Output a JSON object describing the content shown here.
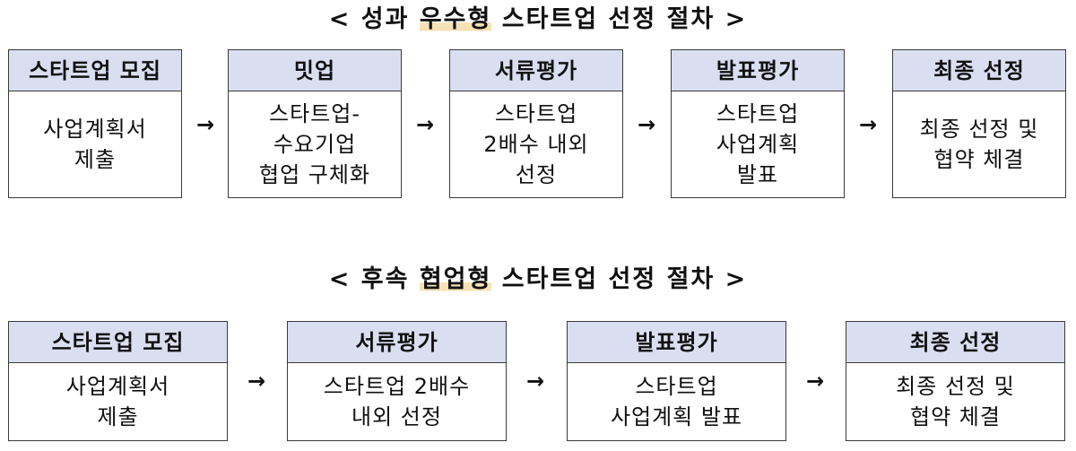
{
  "flow1": {
    "title_prefix": "< 성과 ",
    "title_highlight": "우수형",
    "title_suffix": " 스타트업 선정 절차 >",
    "steps": [
      {
        "header": "스타트업 모집",
        "lines": [
          "사업계획서",
          "제출"
        ]
      },
      {
        "header": "밋업",
        "lines": [
          "스타트업-",
          "수요기업",
          "협업 구체화"
        ]
      },
      {
        "header": "서류평가",
        "lines": [
          "스타트업",
          "2배수 내외",
          "선정"
        ]
      },
      {
        "header": "발표평가",
        "lines": [
          "스타트업",
          "사업계획",
          "발표"
        ]
      },
      {
        "header": "최종 선정",
        "lines": [
          "최종 선정 및",
          "협약 체결"
        ]
      }
    ],
    "arrow": "→"
  },
  "flow2": {
    "title_prefix": "< 후속 ",
    "title_highlight": "협업형",
    "title_suffix": " 스타트업 선정 절차 >",
    "steps": [
      {
        "header": "스타트업 모집",
        "lines": [
          "사업계획서",
          "제출"
        ]
      },
      {
        "header": "서류평가",
        "lines": [
          "스타트업 2배수",
          "내외 선정"
        ]
      },
      {
        "header": "발표평가",
        "lines": [
          "스타트업",
          "사업계획 발표"
        ]
      },
      {
        "header": "최종 선정",
        "lines": [
          "최종 선정 및",
          "협약 체결"
        ]
      }
    ],
    "arrow": "→"
  }
}
